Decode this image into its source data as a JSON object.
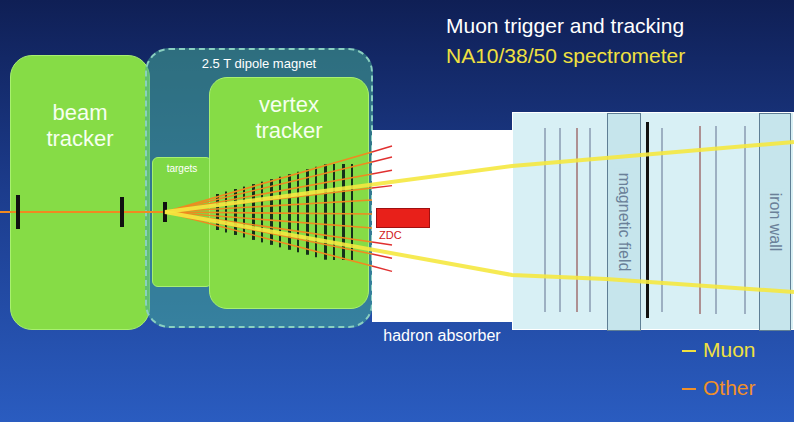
{
  "diagram": {
    "nodes": [
      {
        "text": [
          "beam tracker"
        ]
      },
      {
        "text": [
          "2.5 T dipole magnet"
        ]
      },
      {
        "text": [
          "targets"
        ],
        "in": 1
      },
      {
        "text": [
          "vertex tracker"
        ],
        "in": 1
      },
      {
        "text": [
          "hadron absorber"
        ]
      },
      {
        "text": [
          "ZDC"
        ],
        "in": 4
      },
      {
        "text": [
          "Muon trigger and tracking",
          "NA10/38/50 spectrometer"
        ]
      },
      {
        "text": [
          "magnetic field"
        ],
        "in": 6
      },
      {
        "text": [
          "iron wall"
        ],
        "in": 6
      }
    ],
    "legend": [
      {
        "text": "Muon"
      },
      {
        "text": "Other"
      }
    ]
  }
}
